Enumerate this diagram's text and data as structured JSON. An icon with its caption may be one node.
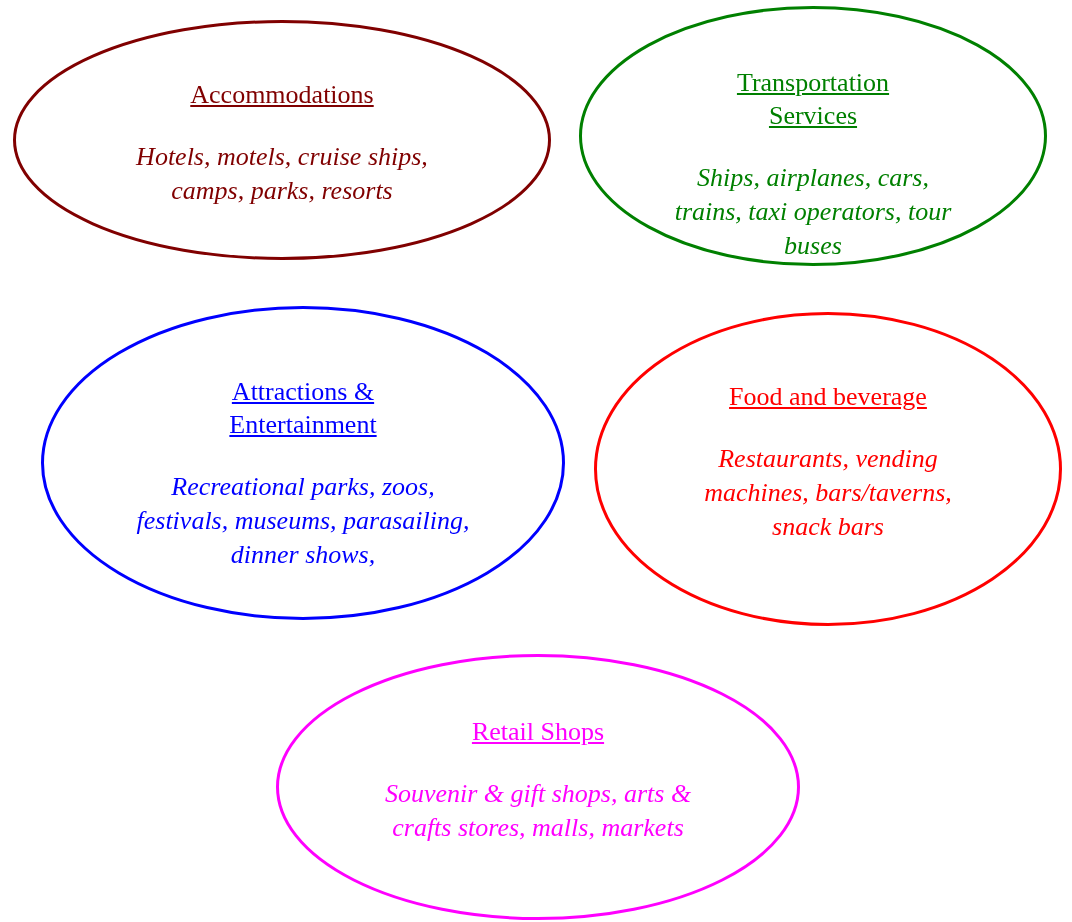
{
  "diagram": {
    "nodes": [
      {
        "text": [
          "Accommodations",
          "Hotels, motels, cruise ships, camps, parks, resorts"
        ]
      },
      {
        "text": [
          "Transportation Services",
          "Ships, airplanes, cars, trains, taxi operators, tour buses"
        ]
      },
      {
        "text": [
          "Attractions & Entertainment",
          "Recreational parks, zoos, festivals, museums, parasailing, dinner shows,"
        ]
      },
      {
        "text": [
          "Food and beverage",
          "Restaurants, vending machines, bars/taverns, snack bars"
        ]
      },
      {
        "text": [
          "Retail Shops",
          "Souvenir & gift shops, arts & crafts stores, malls, markets"
        ]
      }
    ]
  }
}
